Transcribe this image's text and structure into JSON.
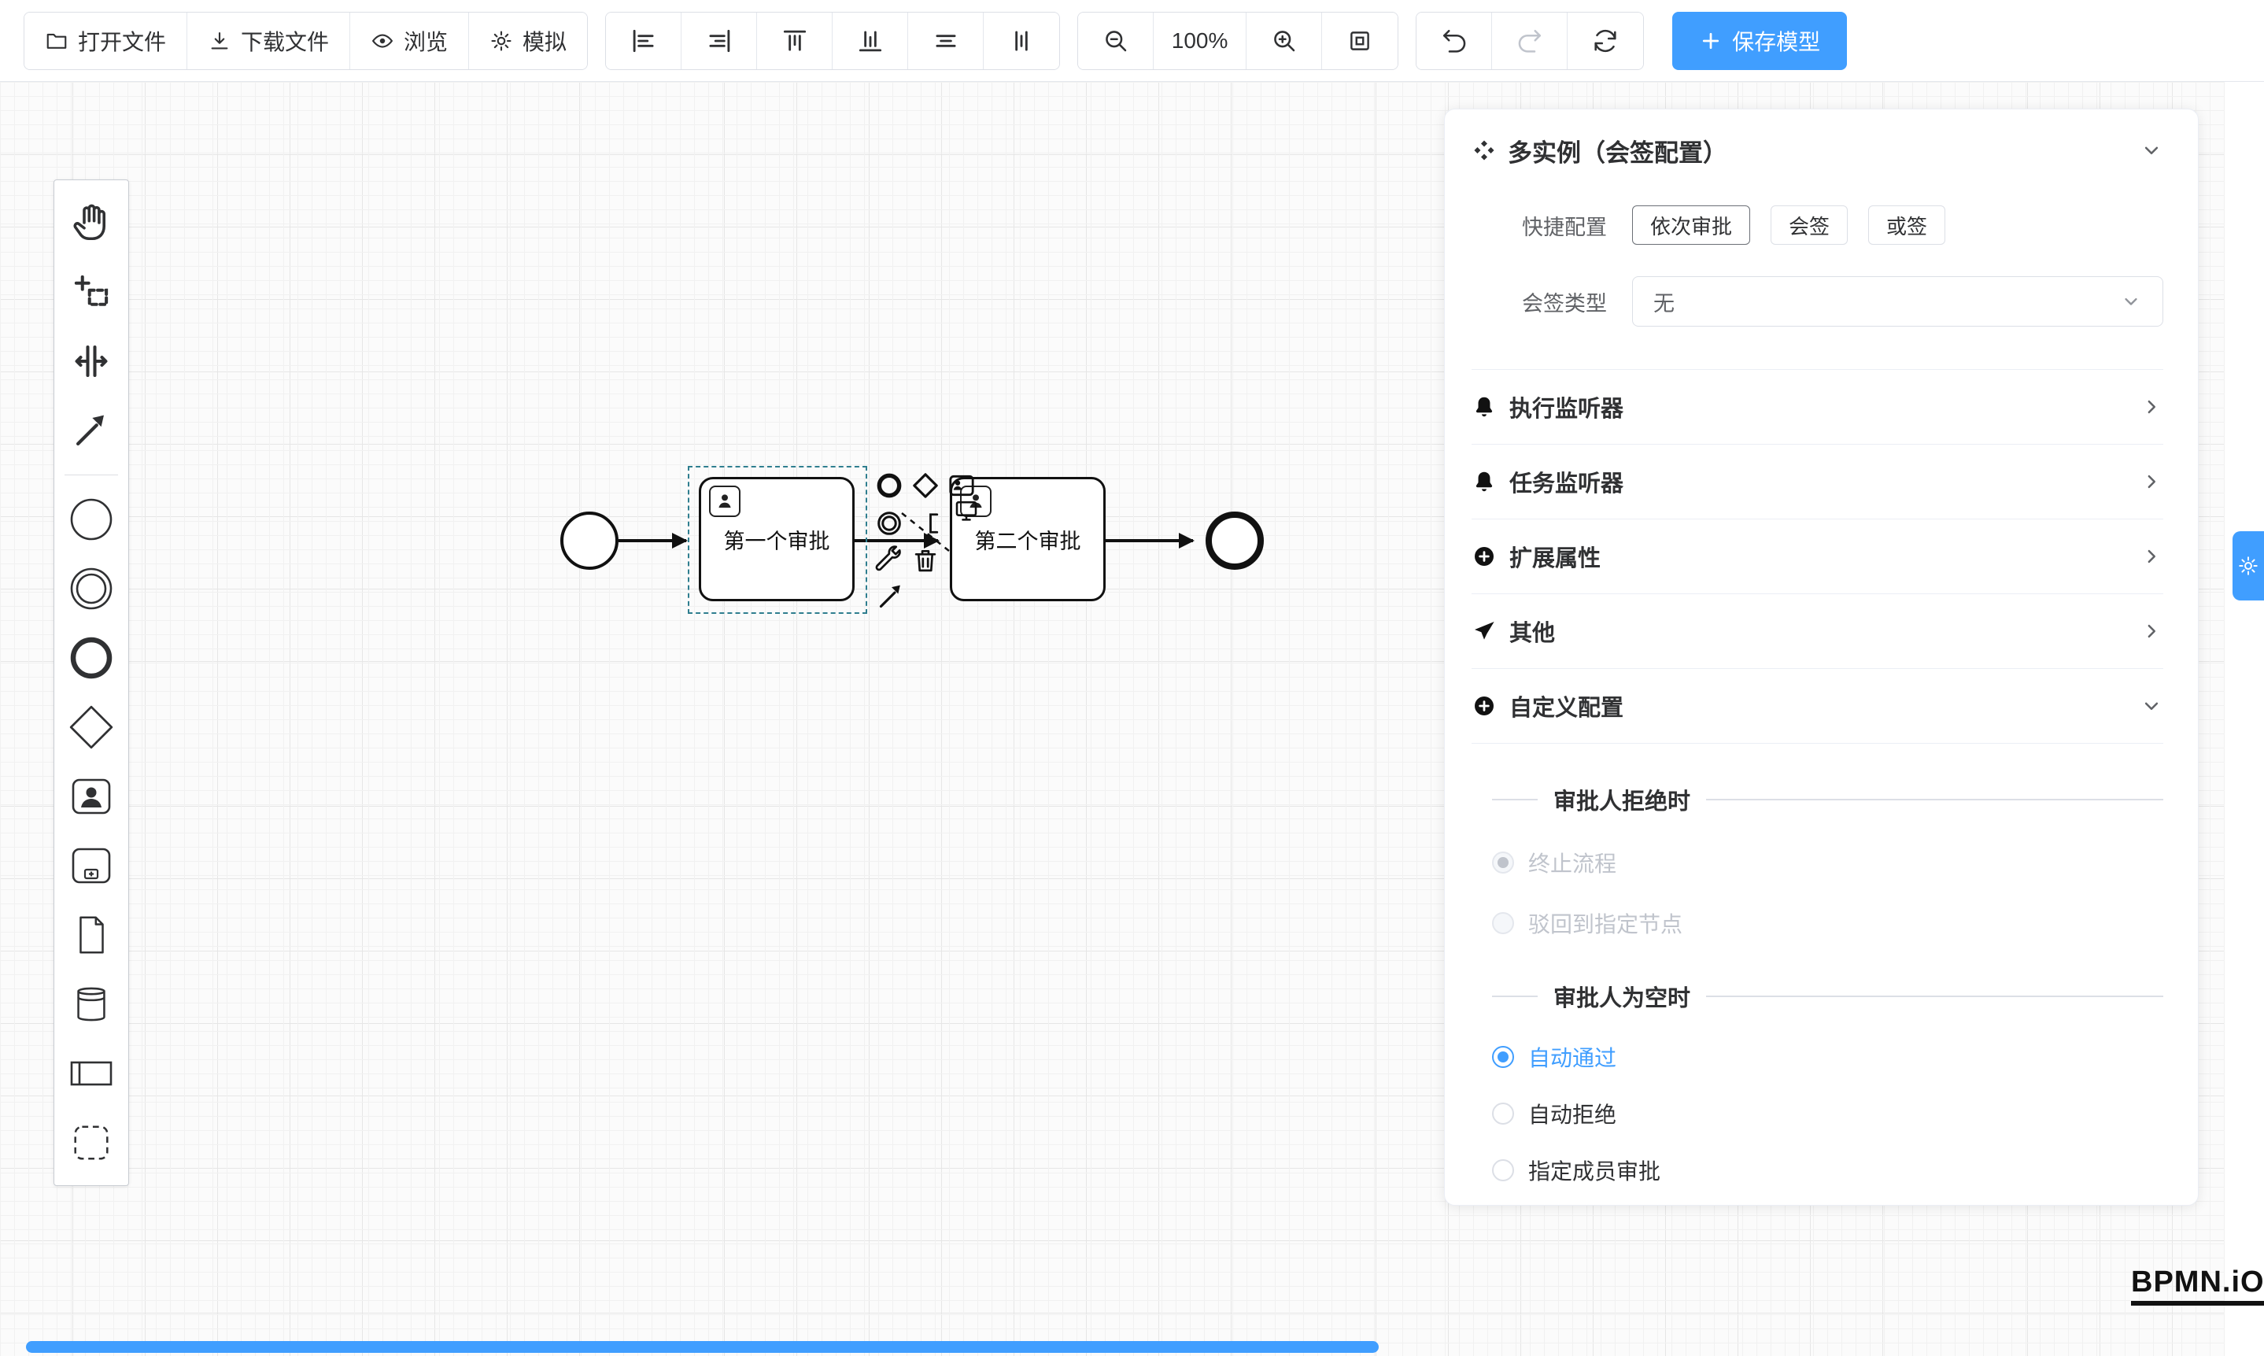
{
  "toolbar": {
    "open": "打开文件",
    "download": "下载文件",
    "preview": "浏览",
    "simulate": "模拟",
    "zoom_level": "100%",
    "save": "保存模型"
  },
  "canvas": {
    "task1": "第一个审批",
    "task2": "第二个审批",
    "watermark": "BPMN.iO"
  },
  "panel": {
    "title": "多实例（会签配置）",
    "quick_label": "快捷配置",
    "quick_options": [
      "依次审批",
      "会签",
      "或签"
    ],
    "type_label": "会签类型",
    "type_value": "无",
    "rows": [
      {
        "icon": "bell-icon",
        "label": "执行监听器"
      },
      {
        "icon": "bell-icon",
        "label": "任务监听器"
      },
      {
        "icon": "plus-circle-icon",
        "label": "扩展属性"
      },
      {
        "icon": "send-icon",
        "label": "其他"
      },
      {
        "icon": "plus-circle-icon",
        "label": "自定义配置"
      }
    ],
    "reject_section": {
      "title": "审批人拒绝时",
      "options": [
        {
          "label": "终止流程",
          "checked": true,
          "disabled": true
        },
        {
          "label": "驳回到指定节点",
          "checked": false,
          "disabled": true
        }
      ]
    },
    "empty_section": {
      "title": "审批人为空时",
      "options": [
        {
          "label": "自动通过",
          "checked": true
        },
        {
          "label": "自动拒绝",
          "checked": false
        },
        {
          "label": "指定成员审批",
          "checked": false
        }
      ]
    }
  },
  "colors": {
    "accent": "#409EFF",
    "selection": "#2F7E8F",
    "disabled_text": "#C0C4CC"
  }
}
